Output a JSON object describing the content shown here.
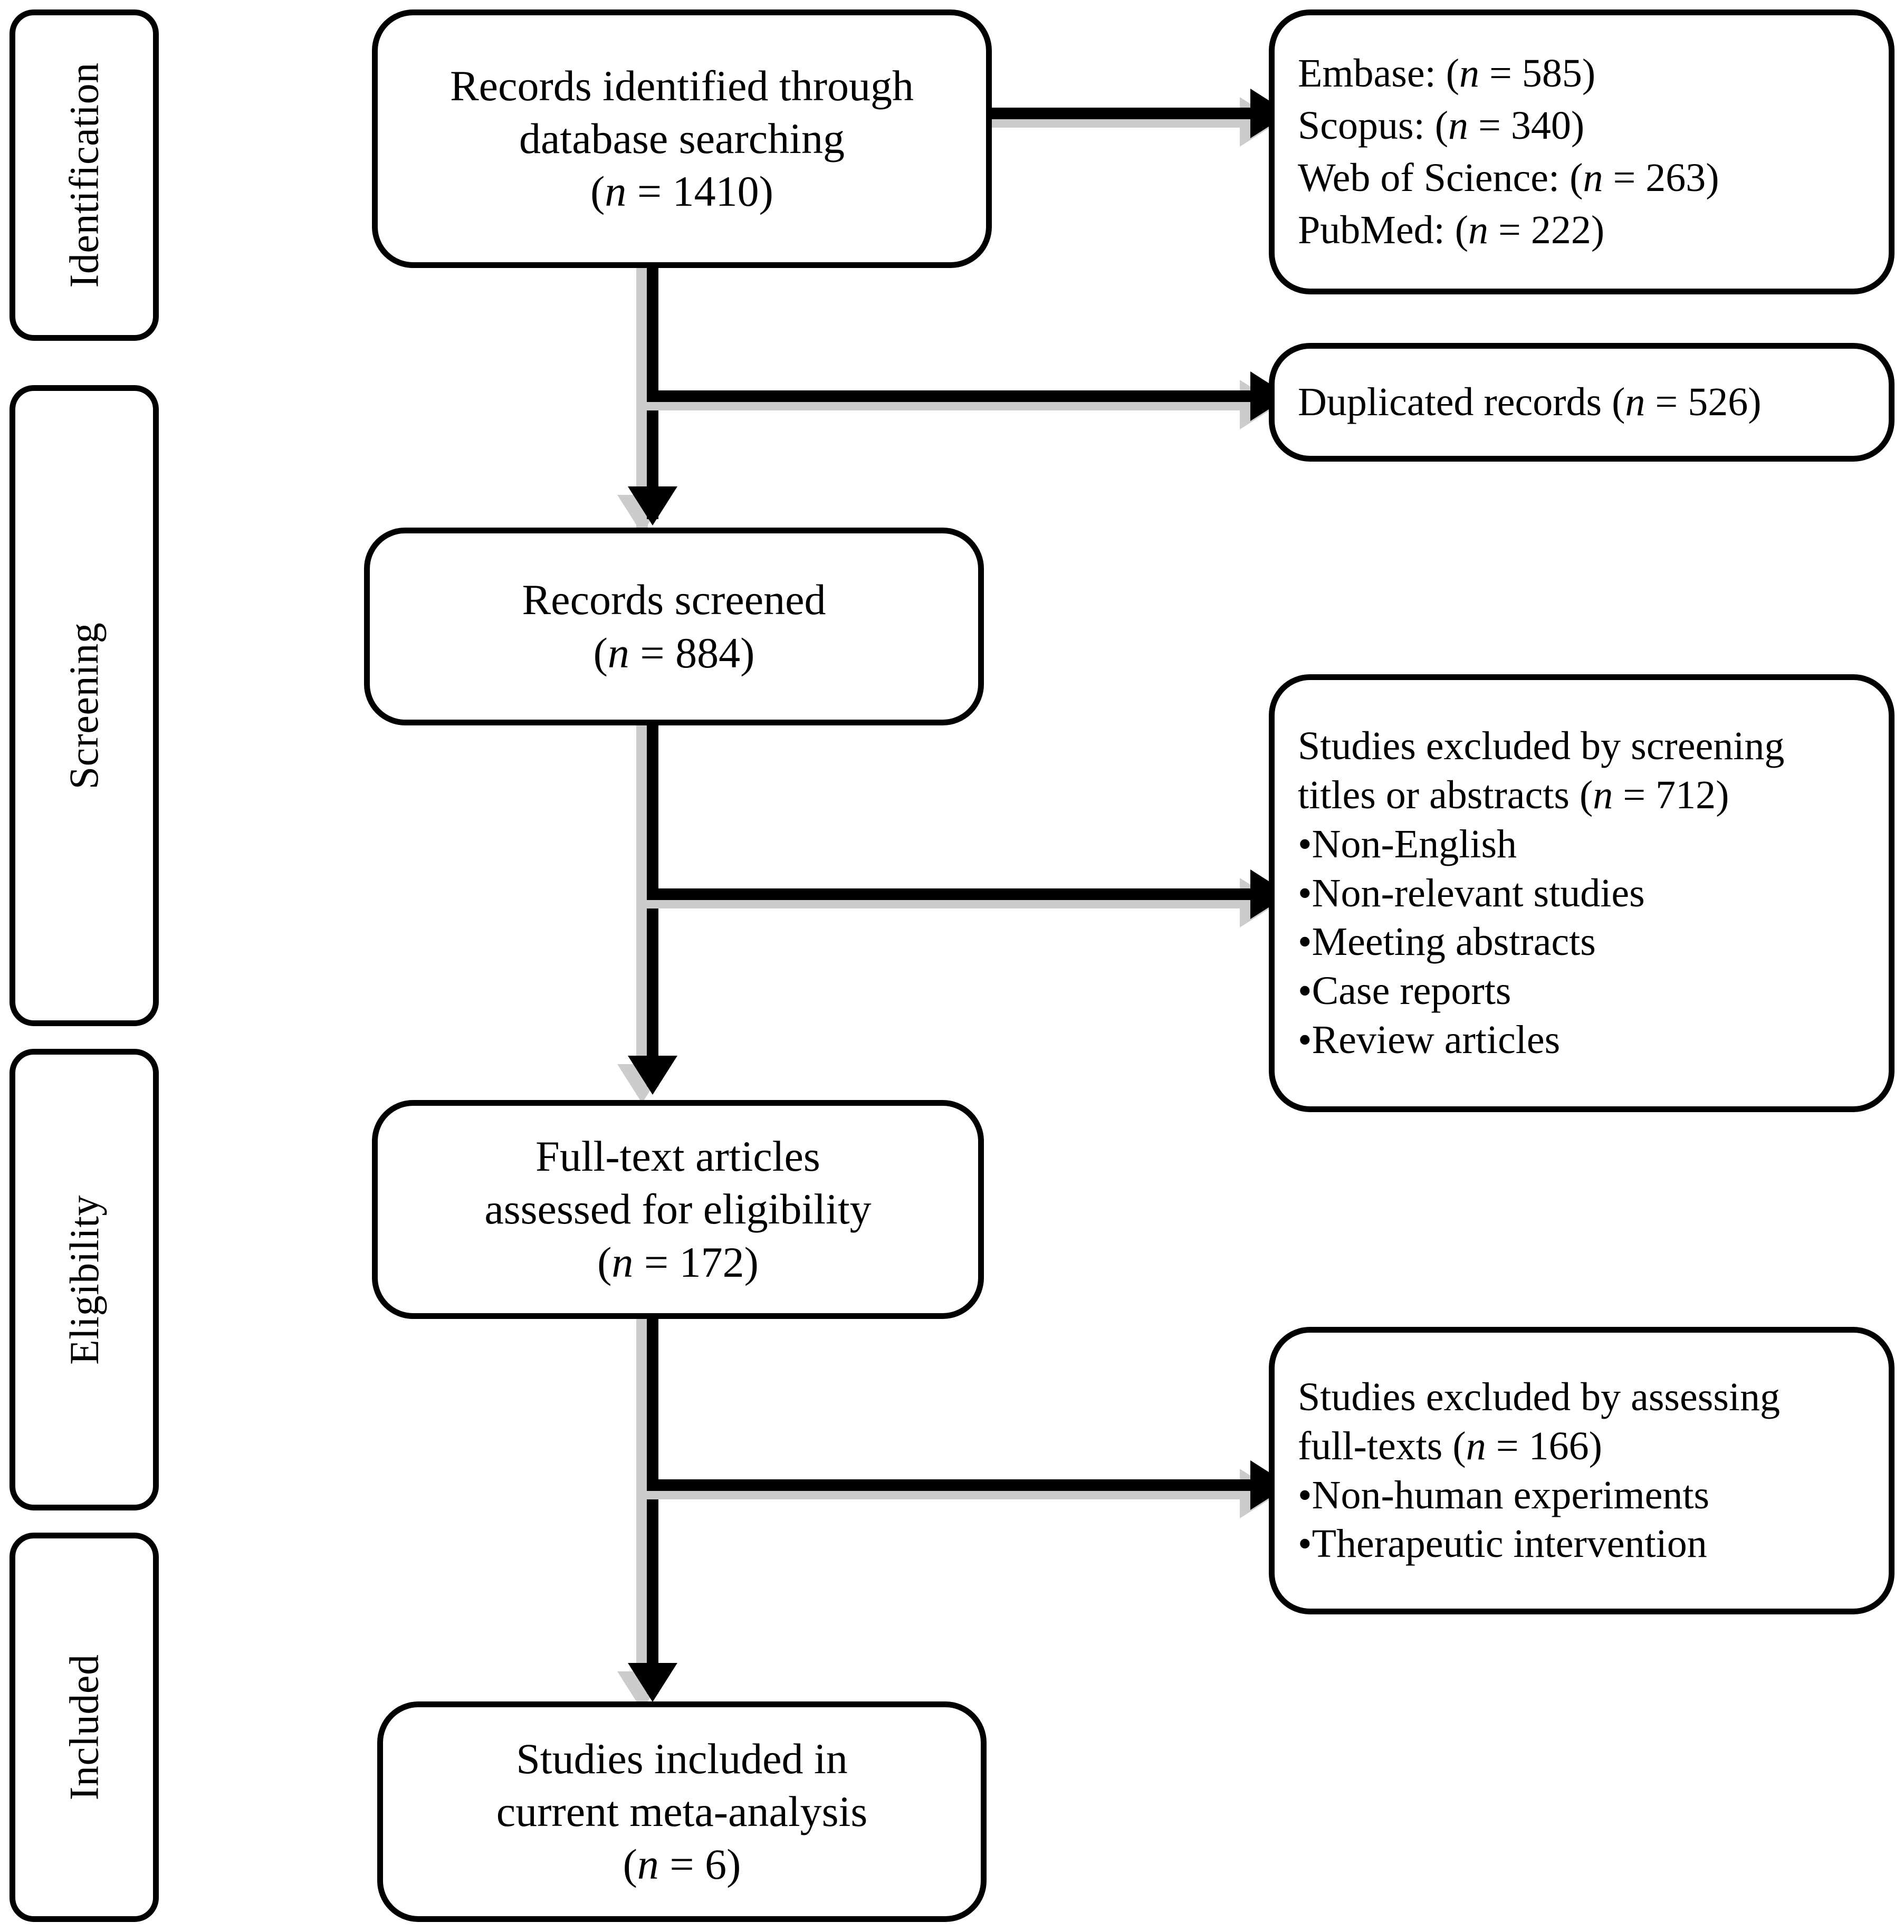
{
  "diagram": {
    "type": "prisma-flow-diagram",
    "colors": {
      "line": "#000000",
      "shadow": "#cccccc",
      "box_fill": "#ffffff",
      "text": "#000000"
    }
  },
  "stages": [
    {
      "id": "identification",
      "label": "Identification"
    },
    {
      "id": "screening",
      "label": "Screening"
    },
    {
      "id": "eligibility",
      "label": "Eligibility"
    },
    {
      "id": "included",
      "label": "Included"
    }
  ],
  "main_boxes": {
    "identified": {
      "line1": "Records identified through",
      "line2": "database searching",
      "count_open": "(",
      "count_n": "n",
      "count_eq": " = 1410)"
    },
    "screened": {
      "line1": "Records screened",
      "count_open": "(",
      "count_n": "n",
      "count_eq": " = 884)"
    },
    "fulltext": {
      "line1": "Full-text articles",
      "line2": "assessed for eligibility",
      "count_open": "(",
      "count_n": "n",
      "count_eq": " = 172)"
    },
    "included": {
      "line1": "Studies included in",
      "line2": "current meta-analysis",
      "count_open": "(",
      "count_n": "n",
      "count_eq": " = 6)"
    }
  },
  "side_boxes": {
    "databases": {
      "rows": [
        {
          "name": "Embase: (",
          "n": "n",
          "value": " = 585)"
        },
        {
          "name": "Scopus: (",
          "n": "n",
          "value": " = 340)"
        },
        {
          "name": "Web of Science: (",
          "n": "n",
          "value": " = 263)"
        },
        {
          "name": "PubMed: (",
          "n": "n",
          "value": " = 222)"
        }
      ]
    },
    "duplicates": {
      "prefix": "Duplicated records (",
      "n": "n",
      "suffix": " = 526)"
    },
    "excluded_screening": {
      "line1": "Studies excluded by screening",
      "line2_prefix": "titles or abstracts (",
      "line2_n": "n",
      "line2_suffix": " = 712)",
      "bullets": [
        "•Non-English",
        "•Non-relevant studies",
        "•Meeting abstracts",
        "•Case reports",
        "•Review articles"
      ]
    },
    "excluded_fulltext": {
      "line1": "Studies excluded by assessing",
      "line2_prefix": "full-texts (",
      "line2_n": "n",
      "line2_suffix": " = 166)",
      "bullets": [
        "•Non-human experiments",
        "•Therapeutic intervention"
      ]
    }
  }
}
